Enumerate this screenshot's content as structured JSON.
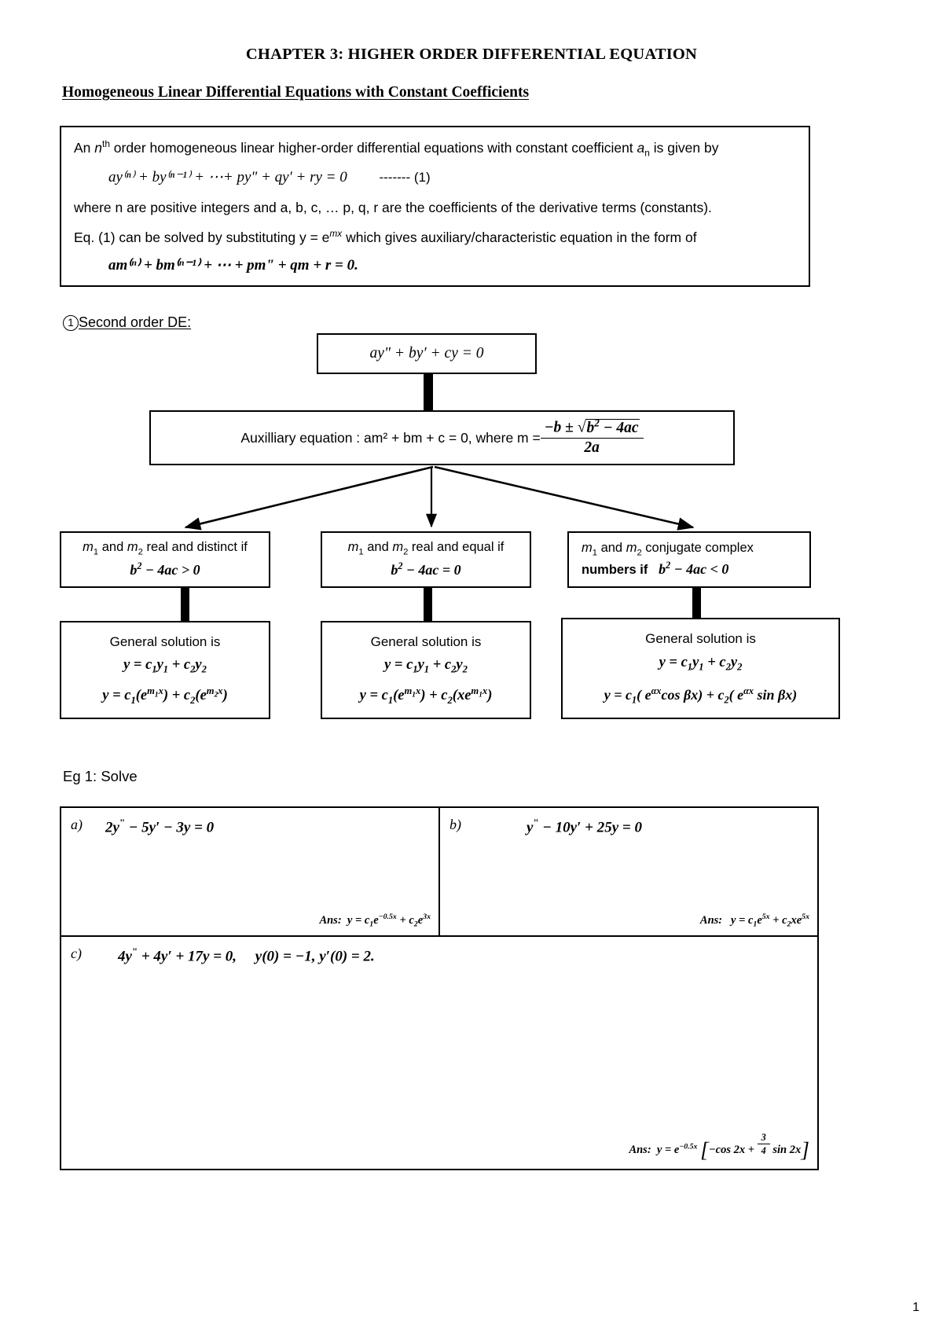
{
  "document": {
    "title": "CHAPTER 3: HIGHER ORDER DIFFERENTIAL EQUATION",
    "section_heading": "Homogeneous Linear Differential Equations with Constant Coefficients",
    "page_number": "1"
  },
  "definition_box": {
    "line1_a": "An ",
    "line1_n": "n",
    "line1_th": "th",
    "line1_b": " order homogeneous linear higher-order differential equations with constant coefficient ",
    "line1_an": "a",
    "line1_an_sub": "n",
    "line1_c": " is given by",
    "equation1": "ay⁽ⁿ⁾ + by⁽ⁿ⁻¹⁾ + ⋯+ py\" + qy′ + ry  = 0",
    "equation1_tag": "------- (1)",
    "line3": "where n are positive integers and a, b, c, … p, q, r are the coefficients of the derivative terms (constants).",
    "line4_a": "Eq. (1) can be solved by substituting  y =  e",
    "line4_exp": "mx",
    "line4_b": "  which gives auxiliary/characteristic equation in the form of",
    "equation2": "am⁽ⁿ⁾ + bm⁽ⁿ⁻¹⁾ + ⋯ + pm\" + qm + r = 0."
  },
  "item1": {
    "number": "1",
    "label": "Second order DE:"
  },
  "flowchart": {
    "de_box": "ay\" + by′ + cy = 0",
    "aux_box": {
      "prefix": "Auxilliary equation :   am² + bm + c = 0,   where m = ",
      "numerator": "−b ± √(b² − 4ac)",
      "denominator": "2a"
    },
    "conditions": [
      {
        "line1": "m₁ and m₂ real and distinct if",
        "line2": "b² − 4ac > 0"
      },
      {
        "line1": "m₁ and m₂ real and equal if",
        "line2": "b² − 4ac = 0"
      },
      {
        "line1": "m₁ and m₂ conjugate complex",
        "line2": "numbers if   b² − 4ac < 0"
      }
    ],
    "solutions": [
      {
        "title": "General solution is",
        "line1": "y = c₁y₁ + c₂y₂",
        "line2": "y = c₁(e^(m₁x)) + c₂(e^(m₂x))"
      },
      {
        "title": "General solution is",
        "line1": "y = c₁y₁ + c₂y₂",
        "line2": "y = c₁(e^(m₁x)) + c₂(xe^(m₁x))"
      },
      {
        "title": "General solution is",
        "line1": "y = c₁y₁ + c₂y₂",
        "line2": "y = c₁( e^(αx) cos βx) + c₂( e^(αx) sin βx)"
      }
    ]
  },
  "example": {
    "label": "Eg 1: Solve",
    "questions": [
      {
        "tag": "a)",
        "body": "2y\" − 5y′ − 3y = 0",
        "answer": "Ans:  y = c₁e^(−0.5x) + c₂e^(3x)"
      },
      {
        "tag": "b)",
        "body": "y\" − 10y′ + 25y = 0",
        "answer": "Ans:   y = c₁e^(5x) + c₂xe^(5x)"
      },
      {
        "tag": "c)",
        "body": "4y\" + 4y′ + 17y = 0,    y(0) = −1, y′(0) = 2.",
        "answer": "Ans:  y = e^(−0.5x) [−cos 2x + (3/4) sin 2x]"
      }
    ]
  }
}
